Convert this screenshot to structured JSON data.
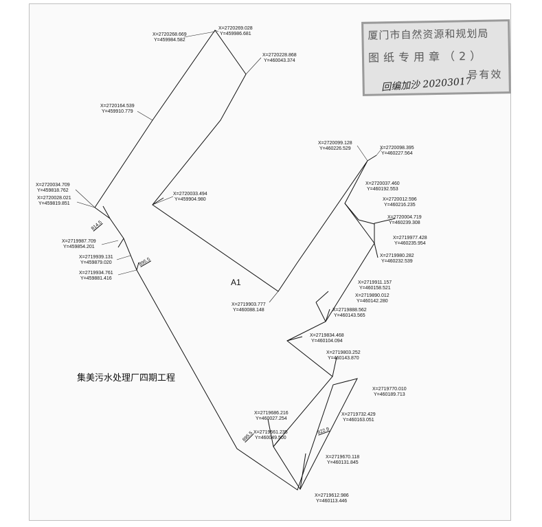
{
  "parcel_label": "A1",
  "project_title": "集美污水处理厂四期工程",
  "stamp": {
    "line1": "厦门市自然资源和规划局",
    "line2": "图纸专用章（2）",
    "line3": "号有效"
  },
  "signature": "回编加沙 20203017",
  "dimensions": [
    "814.5",
    "895.5",
    "895.5",
    "822.9"
  ],
  "coordinates": [
    {
      "x": "2720269.028",
      "y": "459986.681"
    },
    {
      "x": "2720268.669",
      "y": "459984.582"
    },
    {
      "x": "2720228.868",
      "y": "460043.374"
    },
    {
      "x": "2720164.539",
      "y": "459910.779"
    },
    {
      "x": "2720034.709",
      "y": "459818.762"
    },
    {
      "x": "2720028.021",
      "y": "459819.851"
    },
    {
      "x": "2720033.494",
      "y": "459904.980"
    },
    {
      "x": "2719987.709",
      "y": "459854.201"
    },
    {
      "x": "2719939.131",
      "y": "459879.020"
    },
    {
      "x": "2719934.761",
      "y": "459881.416"
    },
    {
      "x": "2719903.777",
      "y": "460088.148"
    },
    {
      "x": "2720099.128",
      "y": "460226.529"
    },
    {
      "x": "2720098.395",
      "y": "460227.564"
    },
    {
      "x": "2720037.460",
      "y": "460192.553"
    },
    {
      "x": "2720012.596",
      "y": "460216.235"
    },
    {
      "x": "2720004.719",
      "y": "460239.308"
    },
    {
      "x": "2719977.428",
      "y": "460235.954"
    },
    {
      "x": "2719980.282",
      "y": "460232.539"
    },
    {
      "x": "2719911.157",
      "y": "460158.521"
    },
    {
      "x": "2719890.012",
      "y": "460142.280"
    },
    {
      "x": "2719888.562",
      "y": "460143.565"
    },
    {
      "x": "2719834.468",
      "y": "460104.094"
    },
    {
      "x": "2719803.252",
      "y": "460143.870"
    },
    {
      "x": "2719770.010",
      "y": "460189.713"
    },
    {
      "x": "2719732.429",
      "y": "460163.051"
    },
    {
      "x": "2719686.216",
      "y": "460027.254"
    },
    {
      "x": "2719661.235",
      "y": "460049.500"
    },
    {
      "x": "2719670.118",
      "y": "460131.845"
    },
    {
      "x": "2719612.986",
      "y": "460113.446"
    }
  ]
}
